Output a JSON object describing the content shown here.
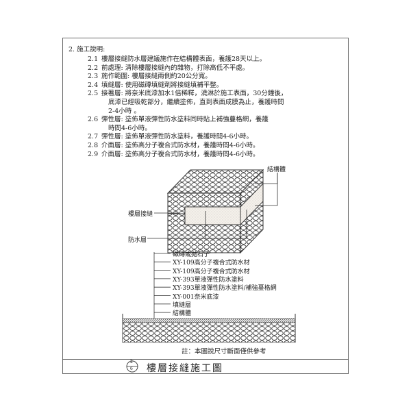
{
  "section_heading": "2. 施工說明:",
  "items": [
    {
      "num": "2.1",
      "lines": [
        "樓層接縫防水層建議施作在結構體表面，養護28天以上。"
      ]
    },
    {
      "num": "2.2",
      "lines": [
        "前處理: 清除樓層接縫內的雜物，打除高低不平處。"
      ]
    },
    {
      "num": "2.3",
      "lines": [
        "施作範圍: 樓層接縫兩側約20公分寬。"
      ]
    },
    {
      "num": "2.4",
      "lines": [
        "填縫層: 使用磁磚填縫劑將接縫填補平整。"
      ]
    },
    {
      "num": "2.5",
      "lines": [
        "接著層: 將奈米底漆加水1倍稀釋，澆淋於施工表面，30分鐘後，",
        "底漆已經吸乾部分，繼續塗佈，直到表面成膜為止，養護時間",
        "2-4小時 。"
      ]
    },
    {
      "num": "2.6",
      "lines": [
        "彈性層: 塗佈單液彈性防水塗料同時貼上補強蔓格網，養護",
        "時間4-6小時。"
      ]
    },
    {
      "num": "2.7",
      "lines": [
        "彈性層: 塗佈單液彈性防水塗料，養護時間4-6小時。"
      ]
    },
    {
      "num": "2.8",
      "lines": [
        "介面層: 塗佈高分子複合式防水材，養護時間4-6小時。"
      ]
    },
    {
      "num": "2.9",
      "lines": [
        "介面層: 塗佈高分子複合式防水材，養護時間4-6小時。"
      ]
    }
  ],
  "diagram1": {
    "structure": "結構體",
    "joint": "樓層接縫",
    "waterproof": "防水層"
  },
  "diagram2": {
    "layers": [
      "磁磚或拋石子",
      "XY-109高分子複合式防水材",
      "XY-109高分子複合式防水材",
      "XY-393單液彈性防水塗料",
      "XY-393單液彈性防水塗料/補強蔓格網",
      "XY-001奈米底漆",
      "填縫層",
      "結構體"
    ]
  },
  "note": "註：本圖說尺寸斷面僅供參考",
  "title_block": {
    "num_top": "2",
    "num_bottom": "6",
    "title": "樓層接縫施工圖"
  }
}
